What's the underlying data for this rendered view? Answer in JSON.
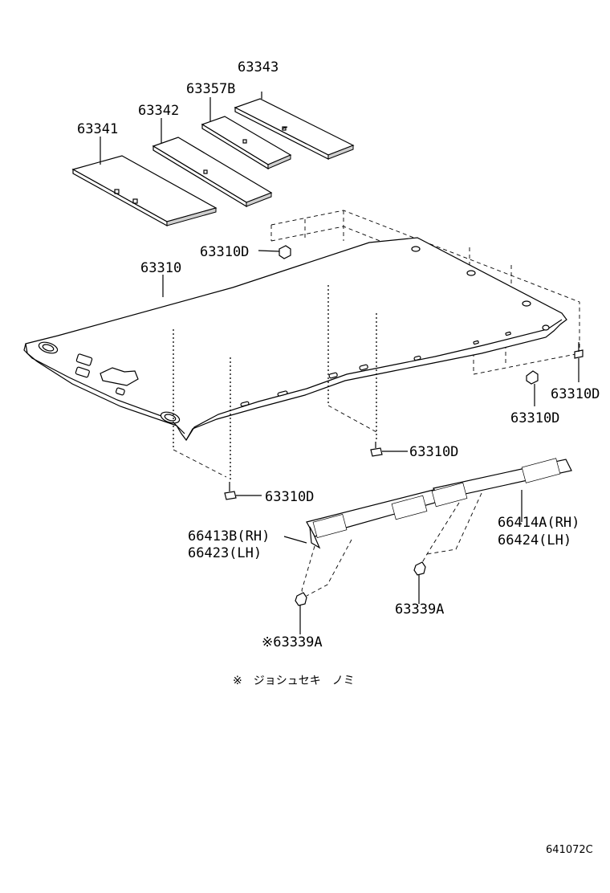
{
  "labels": {
    "pad_63343": "63343",
    "pad_63357b": "63357B",
    "pad_63342": "63342",
    "pad_63341": "63341",
    "headlining": "63310",
    "clip_top": "63310D",
    "clip_right_upper": "63310D",
    "clip_right_lower": "63310D",
    "clip_center": "63310D",
    "clip_left": "63310D",
    "handle_left_rh": "66413B(RH)",
    "handle_left_lh": "66423(LH)",
    "handle_right_rh": "66414A(RH)",
    "handle_right_lh": "66424(LH)",
    "screw_right": "63339A",
    "screw_left": "※63339A"
  },
  "note": "※　ジョシュセキ　ノミ",
  "diagram_code": "641072C"
}
